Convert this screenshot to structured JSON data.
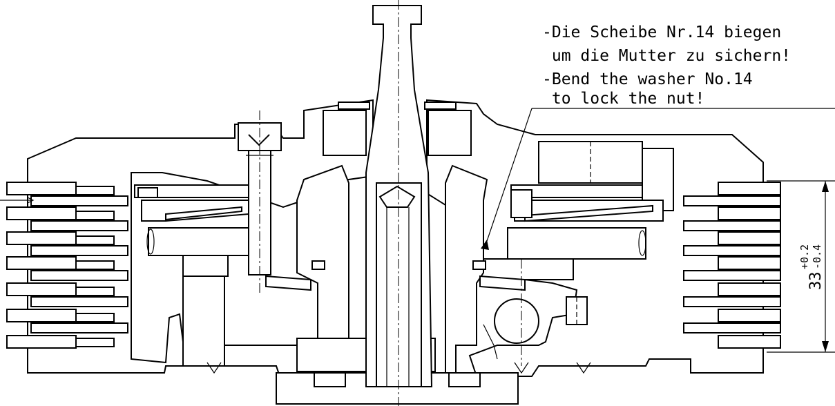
{
  "annotation": {
    "lines": [
      "-Die Scheibe Nr.14 biegen",
      " um die Mutter zu sichern!",
      "-Bend the washer No.14",
      " to lock the nut!"
    ]
  },
  "dimension": {
    "nominal": "33",
    "tol_upper": "+0.2",
    "tol_lower": "-0.4"
  }
}
